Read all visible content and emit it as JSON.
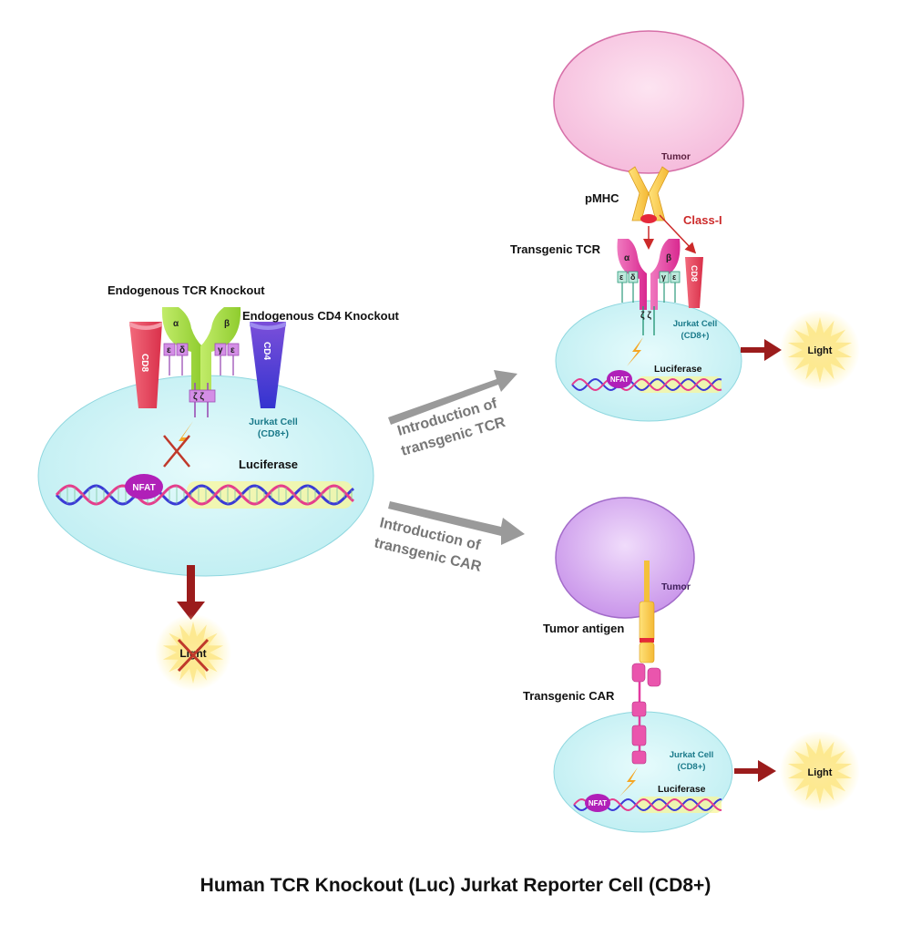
{
  "title": "Human TCR Knockout (Luc) Jurkat Reporter Cell (CD8+)",
  "left_panel": {
    "endogenous_tcr_knockout": "Endogenous TCR Knockout",
    "endogenous_cd4_knockout": "Endogenous CD4 Knockout",
    "cd8": "CD8",
    "cd4": "CD4",
    "alpha": "α",
    "beta": "β",
    "epsilon_left": "ε",
    "delta": "δ",
    "gamma": "γ",
    "epsilon_right": "ε",
    "zeta": "ζ ζ",
    "jurkat_cell_line1": "Jurkat Cell",
    "jurkat_cell_line2": "(CD8+)",
    "luciferase": "Luciferase",
    "nfat": "NFAT",
    "light": "Light"
  },
  "arrows": {
    "tcr_line1": "Introduction of",
    "tcr_line2": "transgenic TCR",
    "car_line1": "Introduction of",
    "car_line2": "transgenic CAR"
  },
  "tcr_panel": {
    "tumor": "Tumor",
    "pmhc": "pMHC",
    "class_i": "Class-I",
    "transgenic_tcr": "Transgenic TCR",
    "alpha": "α",
    "beta": "β",
    "epsilon_left": "ε",
    "delta": "δ",
    "gamma": "γ",
    "epsilon_right": "ε",
    "cd8": "CD8",
    "zeta": "ζ ζ",
    "jurkat_cell_line1": "Jurkat Cell",
    "jurkat_cell_line2": "(CD8+)",
    "luciferase": "Luciferase",
    "nfat": "NFAT",
    "light": "Light"
  },
  "car_panel": {
    "tumor": "Tumor",
    "tumor_antigen": "Tumor antigen",
    "transgenic_car": "Transgenic CAR",
    "jurkat_cell_line1": "Jurkat Cell",
    "jurkat_cell_line2": "(CD8+)",
    "luciferase": "Luciferase",
    "nfat": "NFAT",
    "light": "Light"
  },
  "colors": {
    "cell_fill": "#c9f1f4",
    "tumor_tcr_fill": "#f7c6e2",
    "tumor_car_fill": "#d7a8ef",
    "tcr_green": "#a6dd42",
    "tcr_magenta": "#e43aa0",
    "cd8_red": "#e8475e",
    "cd4_blue": "#4c4cd8",
    "arrow_dark_red": "#9b1c1c",
    "arrow_gray": "#9a9a9a",
    "class_i_red": "#cc2a2a",
    "nfat_purple": "#b020b8",
    "light_yellow": "#fde68a"
  }
}
